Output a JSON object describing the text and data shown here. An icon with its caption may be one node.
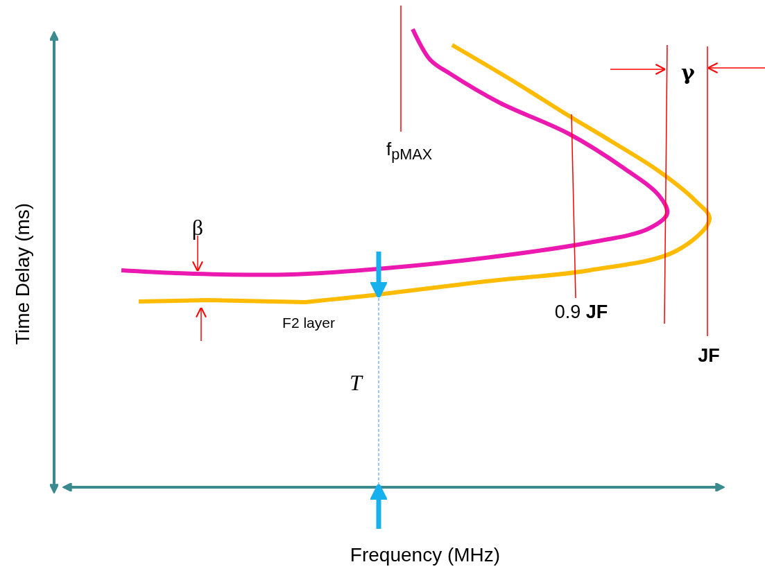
{
  "diagram": {
    "labels": [
      "γ",
      "f$_{pMAX}$",
      "β",
      "0.9 **JF**",
      "F2 layer",
      "JF",
      "T",
      "Time Delay (ms)",
      "Frequency (MHz)"
    ]
  }
}
